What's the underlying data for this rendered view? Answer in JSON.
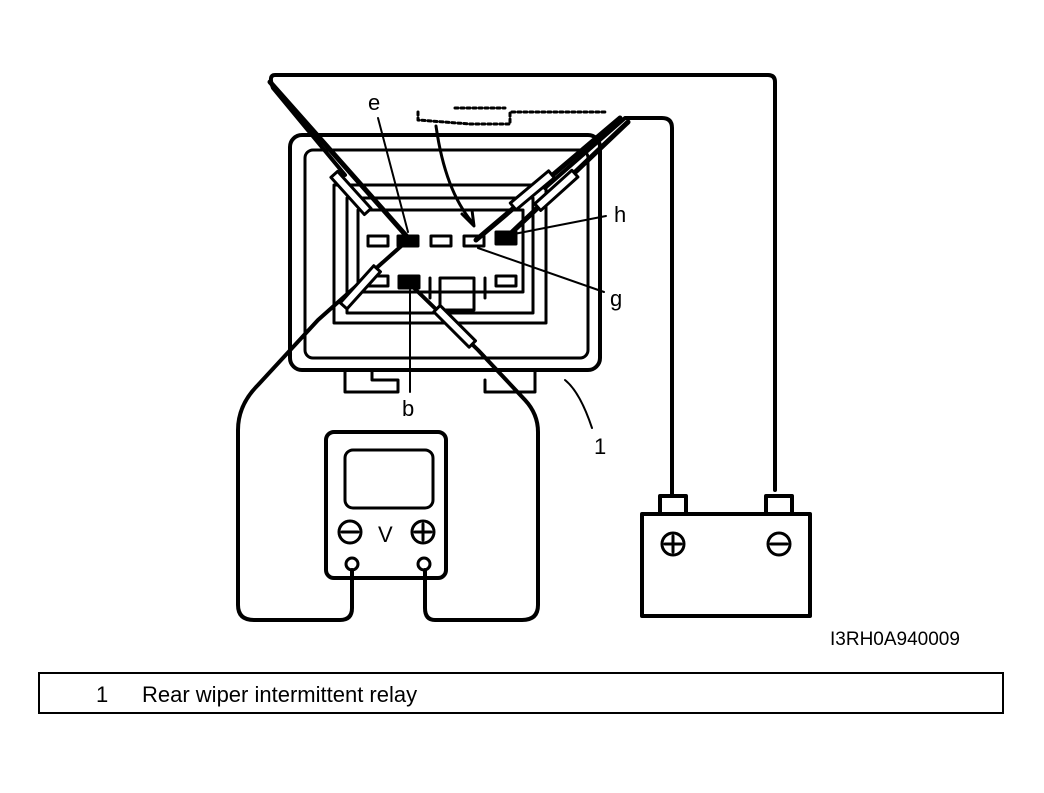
{
  "labels": {
    "e": "e",
    "h": "h",
    "g": "g",
    "b": "b",
    "callout_1": "1",
    "voltmeter_symbol": "V",
    "code": "I3RH0A940009"
  },
  "legend": [
    {
      "number": "1",
      "text": "Rear wiper intermittent relay"
    }
  ]
}
